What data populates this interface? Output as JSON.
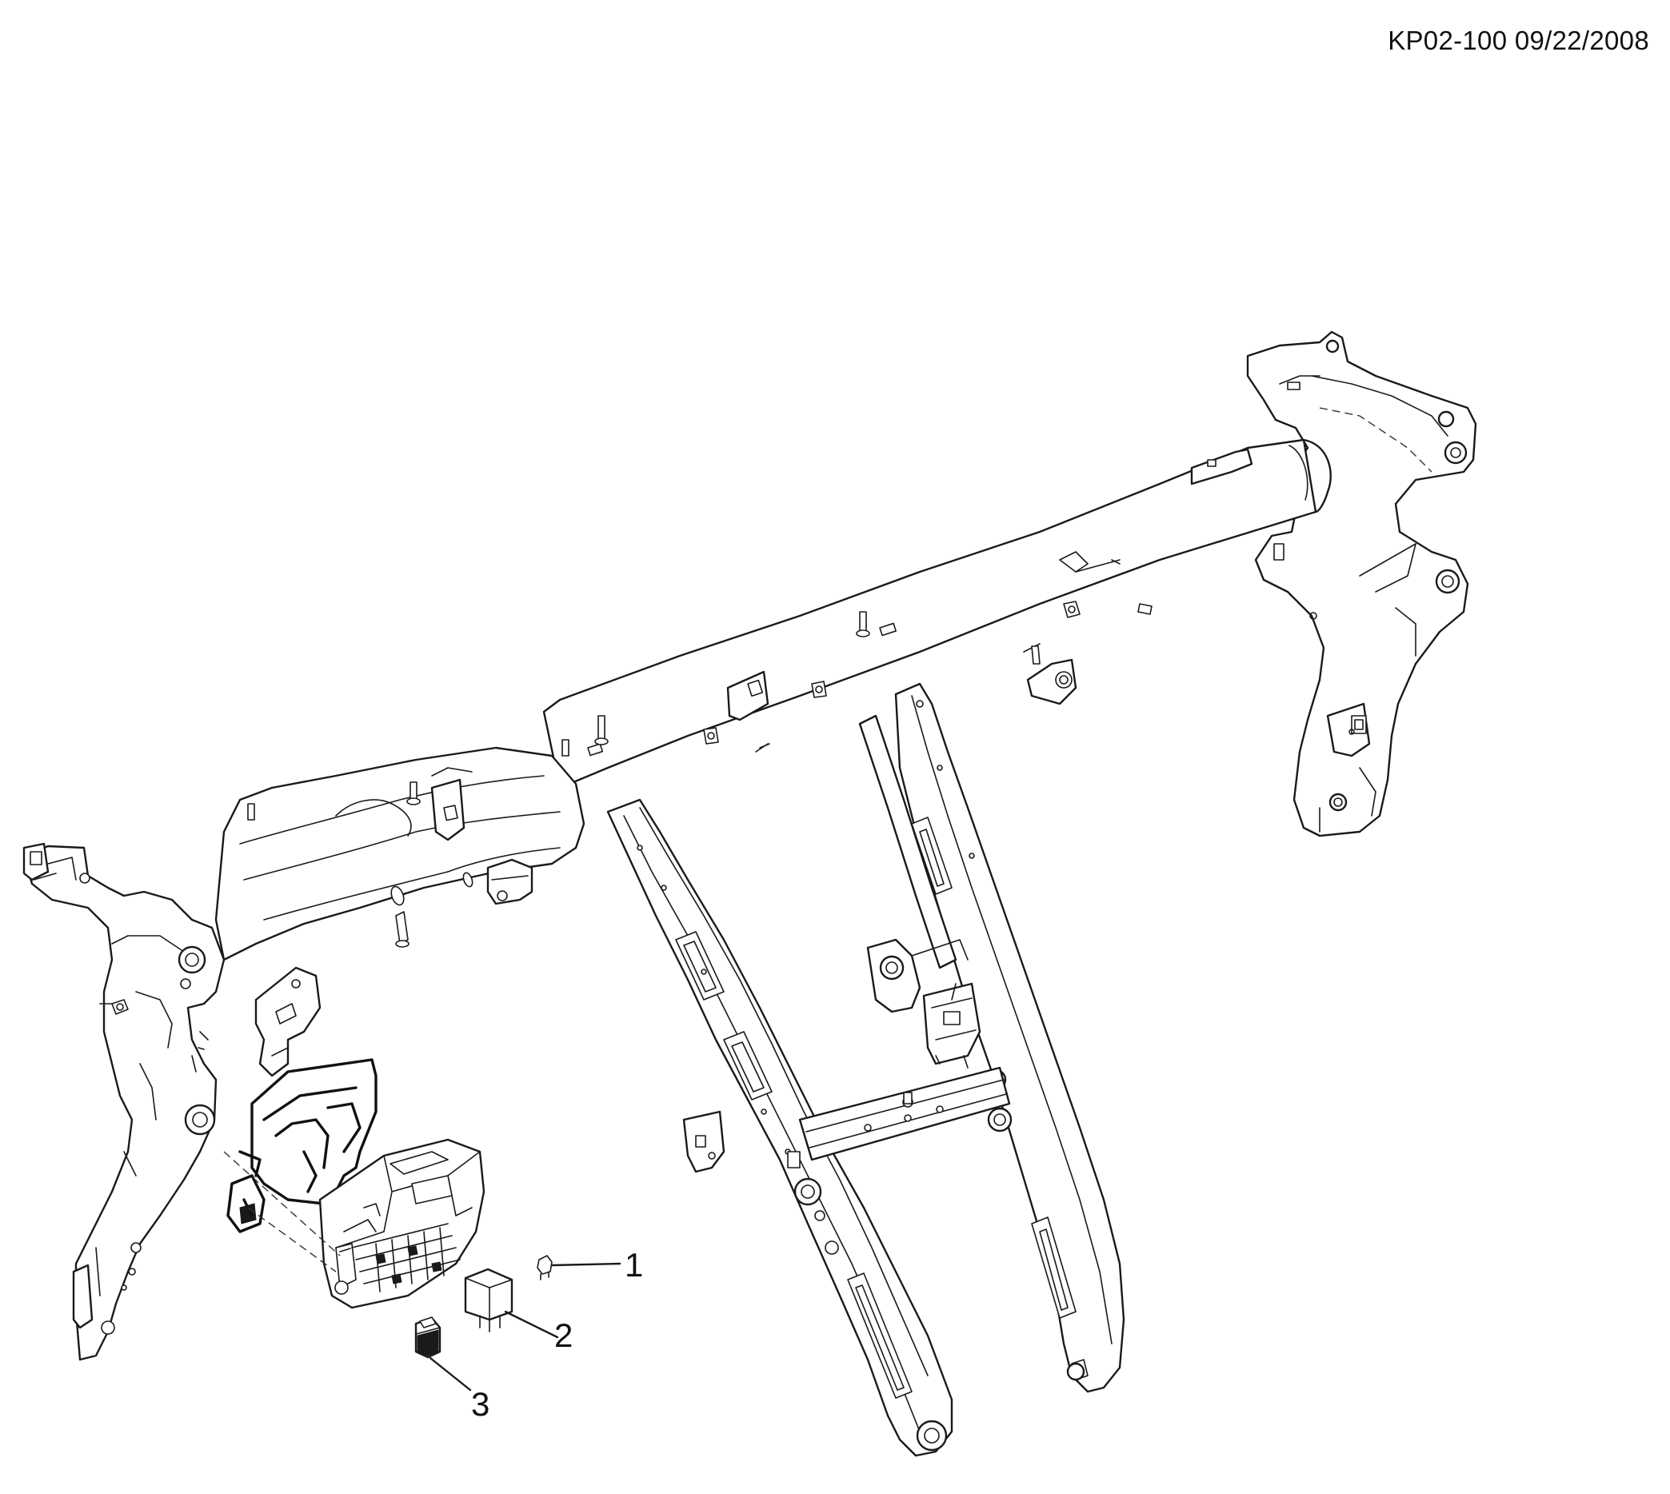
{
  "header": {
    "doc_id": "KP02-100 09/22/2008"
  },
  "callouts": [
    {
      "label": "1"
    },
    {
      "label": "2"
    },
    {
      "label": "3"
    }
  ]
}
